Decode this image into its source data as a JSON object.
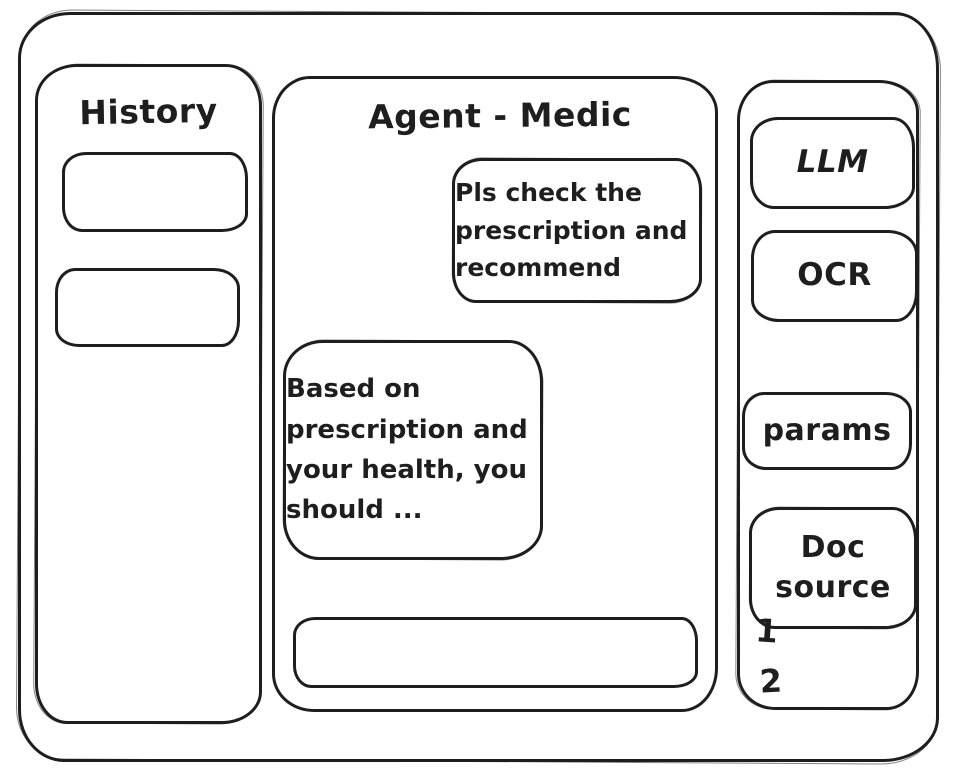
{
  "window": {
    "background": "#ffffff",
    "ink": "#1e1e1e"
  },
  "history_panel": {
    "title": "History",
    "items": [
      {
        "label": ""
      },
      {
        "label": ""
      }
    ]
  },
  "chat_panel": {
    "title": "Agent - Medic",
    "messages": [
      {
        "role": "user",
        "text": "Pls check the\nprescription\nand recommend"
      },
      {
        "role": "assistant",
        "text": "Based on\nprescription\nand your\nhealth, you\nshould ..."
      }
    ],
    "input": {
      "value": "",
      "placeholder": ""
    }
  },
  "tools_panel": {
    "buttons": [
      {
        "label": "LLM"
      },
      {
        "label": "OCR"
      },
      {
        "label": "params"
      },
      {
        "label": "Doc\nsource"
      }
    ],
    "doc_source_items": [
      {
        "label": "1"
      },
      {
        "label": "2"
      }
    ]
  }
}
